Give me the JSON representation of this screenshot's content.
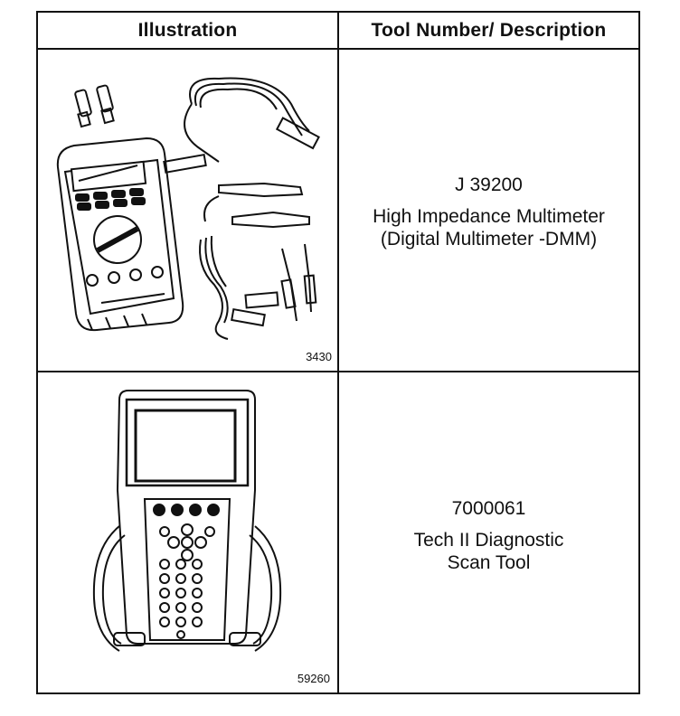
{
  "table": {
    "headers": [
      "Illustration",
      "Tool Number/ Description"
    ],
    "rows": [
      {
        "figure": "3430",
        "tool_number": "J 39200",
        "description": [
          "High Impedance Multimeter",
          "(Digital Multimeter -DMM)"
        ]
      },
      {
        "figure": "59260",
        "tool_number": "7000061",
        "description": [
          "Tech II Diagnostic",
          "Scan Tool"
        ]
      }
    ]
  }
}
